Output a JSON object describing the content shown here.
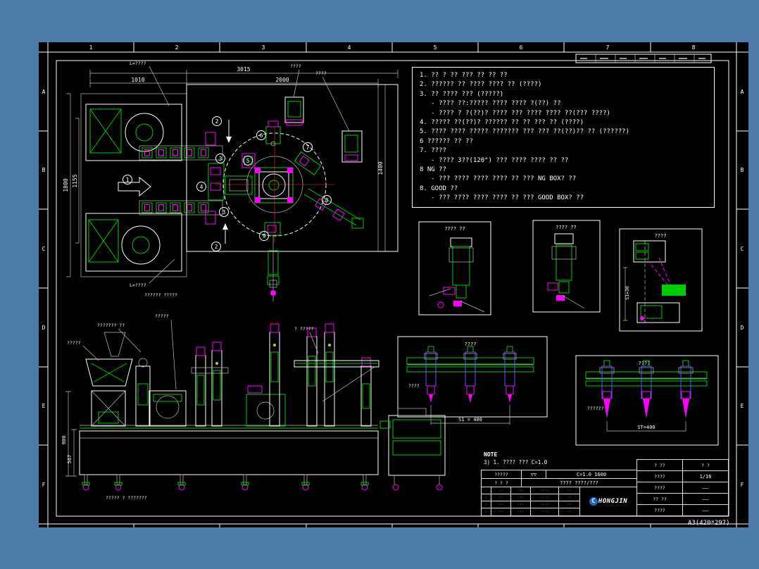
{
  "viewer": {
    "paper_size_label": "A3(420*297)"
  },
  "frame": {
    "columns": [
      "1",
      "2",
      "3",
      "4",
      "5",
      "6",
      "7",
      "8"
    ],
    "rows": [
      "A",
      "B",
      "C",
      "D",
      "E",
      "F"
    ]
  },
  "notes": {
    "lines": [
      "1. ?? ? ?? ??? ?? ?? ??",
      "2. ?????? ?? ???? ???? ?? (????)",
      "3. ?? ???? ??? (?????)",
      "   - ???? ??:????? ???? ???? ?(??) ??",
      "   - ???? ? ?(??)? ???? ??? ???? ???? ??(??? ????)",
      "4. ????? ??(??)? ?????? ?? ?? ??? ?? (????)",
      "5. ???? ???? ????? ??????? ??? ??? ??(??)?? ?? (??????)",
      "6 ?????? ?? ??",
      "7. ????",
      "   - ???? 3??(120°) ??? ???? ???? ?? ??",
      "8 NG ??",
      "   - ??? ???? ???? ???? ?? ??? NG BOX? ??",
      "8. GOOD ??",
      "   - ??? ???? ???? ???? ?? ??? GOOD BOX? ??"
    ]
  },
  "plan": {
    "dim_3015": "3015",
    "dim_1010": "1010",
    "dim_2000": "2000",
    "dim_1800": "1800",
    "dim_1155": "1155",
    "dim_1400": "1400",
    "balloons": [
      "1",
      "2",
      "3",
      "4",
      "5",
      "6",
      "7",
      "8",
      "9"
    ],
    "leader_top": "L=????",
    "leader_bottom": "L=????",
    "caption": "?????? ?????",
    "leader_r1": "????",
    "leader_r2": "????"
  },
  "details": {
    "view1_title": "???? ??",
    "view2_title": "???? ??",
    "view3_title": "????",
    "view3_dim": "S1=30",
    "view4_title": "????",
    "view4_dim": "S1 = 400",
    "view4_label": "????",
    "view5_title": "????",
    "view5_dim": "ST=400",
    "view5_label": "??????"
  },
  "elevation": {
    "dim_900": "900",
    "dim_567": "567",
    "label_1": "?????",
    "label_2": "??????? ??",
    "label_3": "?????",
    "label_4": "? ?????",
    "caption": "????? ? ???????"
  },
  "titleblock": {
    "note_title": "NOTE",
    "note_line": "3) 1. ???? ??? C=1.0",
    "surface_label": "?????",
    "finish_mark": "▽▽",
    "finish_value": "C=1.0  1600",
    "approval_label": "? ? ?",
    "part_name": "???? ????/???",
    "company_initial": "C",
    "company_name": "HONGJIN",
    "right_rows": [
      {
        "label": "? ??",
        "value": "? ?"
      },
      {
        "label": "????",
        "value": "1/16"
      },
      {
        "label": "????",
        "value": "——"
      },
      {
        "label": "?? ??",
        "value": "——"
      },
      {
        "label": "????",
        "value": "——"
      }
    ],
    "rev_rows": [
      [
        "·",
        "··",
        "···",
        "····",
        "··"
      ],
      [
        "·",
        "··",
        "···",
        "····",
        "··"
      ],
      [
        "·",
        "··",
        "···",
        "····",
        "··"
      ],
      [
        "·",
        "··",
        "···",
        "····",
        "··"
      ]
    ]
  }
}
